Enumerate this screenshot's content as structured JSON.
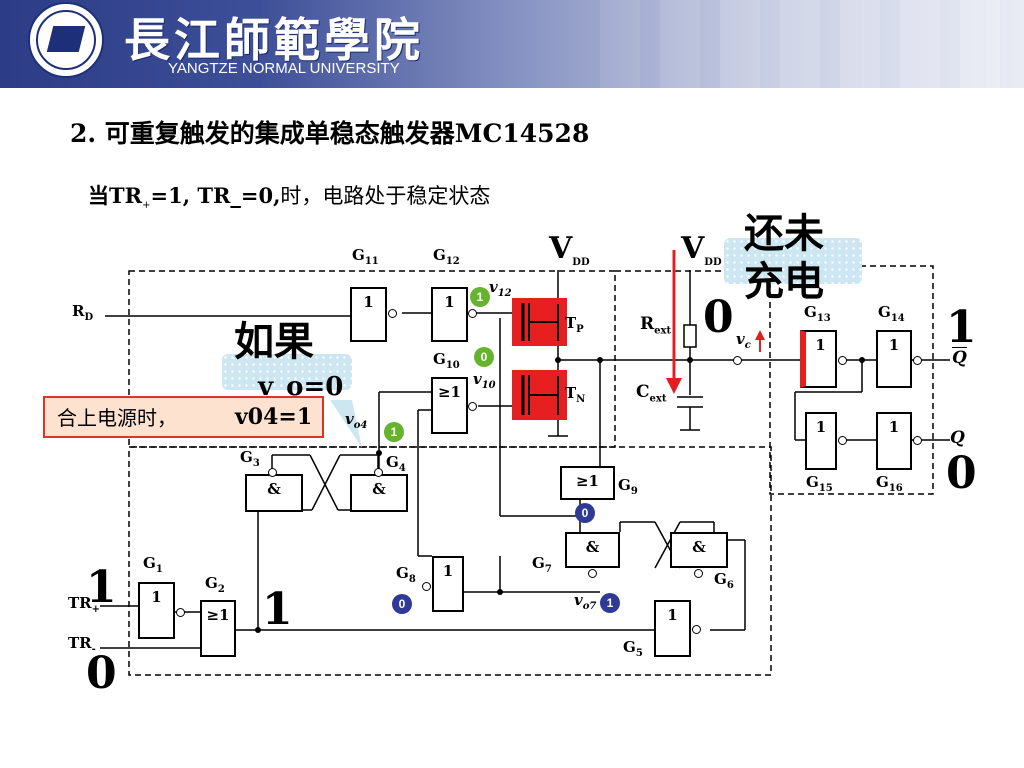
{
  "header": {
    "university_cn": "長江師範學院",
    "university_en": "YANGTZE NORMAL UNIVERSITY"
  },
  "title": "2. 可重复触发的集成单稳态触发器MC14528",
  "subtitle": {
    "prefix": "当TR",
    "plus": "+",
    "mid": "=1, TR_=0,",
    "suffix": "时，电路处于稳定状态"
  },
  "power_label": "合上电源时，",
  "power_value": "v04=1",
  "callouts": {
    "if_text": "如果",
    "if_cond": "v_o=0",
    "not_charged": "还未充电"
  },
  "gates": {
    "g1": "1",
    "g2": "≥1",
    "g3": "&",
    "g4": "&",
    "g5": "1",
    "g6": "&",
    "g7": "&",
    "g8": "1",
    "g9": "≥1",
    "g10": "≥1",
    "g11": "1",
    "g12": "1",
    "g13": "1",
    "g14": "1",
    "g15": "1",
    "g16": "1"
  },
  "labels": {
    "rd": "R",
    "rd_sub": "D",
    "trp": "TR",
    "trp_sub": "+",
    "trm": "TR",
    "trm_sub": "-",
    "vdd1": "V",
    "vdd1_sub": "DD",
    "vdd2": "V",
    "vdd2_sub": "DD",
    "tp": "T",
    "tp_sub": "P",
    "tn": "T",
    "tn_sub": "N",
    "rext": "R",
    "rext_sub": "ext",
    "cext": "C",
    "cext_sub": "ext",
    "vc": "v",
    "vc_sub": "c",
    "v12": "v",
    "v12_sub": "12",
    "v10": "v",
    "v10_sub": "10",
    "vo4": "v",
    "vo4_sub": "o4",
    "vo7": "v",
    "vo7_sub": "o7",
    "q": "Q",
    "qbar": "Q"
  },
  "gate_names": [
    "G",
    "11",
    "G",
    "12",
    "G",
    "10",
    "G",
    "3",
    "G",
    "4",
    "G",
    "1",
    "G",
    "2",
    "G",
    "8",
    "G",
    "7",
    "G",
    "6",
    "G",
    "5",
    "G",
    "9",
    "G",
    "13",
    "G",
    "14",
    "G",
    "15",
    "G",
    "16"
  ],
  "logic_marks": {
    "green": [
      "1",
      "0",
      "1"
    ],
    "blue": [
      "0",
      "0",
      "1"
    ],
    "big_tr_plus": "1",
    "big_g2_out": "1",
    "big_tr_minus": "0",
    "big_vc": "0",
    "big_qbar": "1",
    "big_q": "0"
  },
  "colors": {
    "header_dark": "#2c3c86",
    "transistor": "#e62020",
    "arrow": "#e02020",
    "green_mark": "#66b32e",
    "blue_mark": "#2f3a96",
    "callout_bg": "#cde7f2",
    "power_box_bg": "#fde3cf",
    "power_box_border": "#d9352a"
  }
}
